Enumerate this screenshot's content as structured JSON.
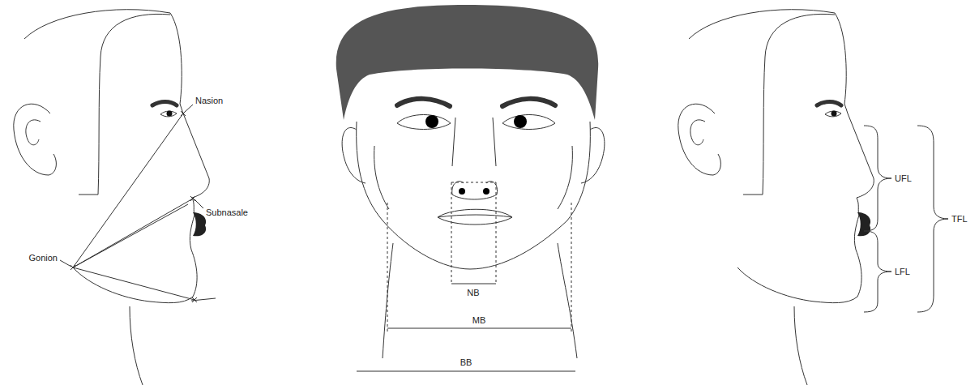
{
  "diagram": {
    "labels": [
      "Nasion",
      "Subnasale",
      "Gonion",
      "NB",
      "MB",
      "BB",
      "UFL",
      "LFL",
      "TFL"
    ]
  }
}
